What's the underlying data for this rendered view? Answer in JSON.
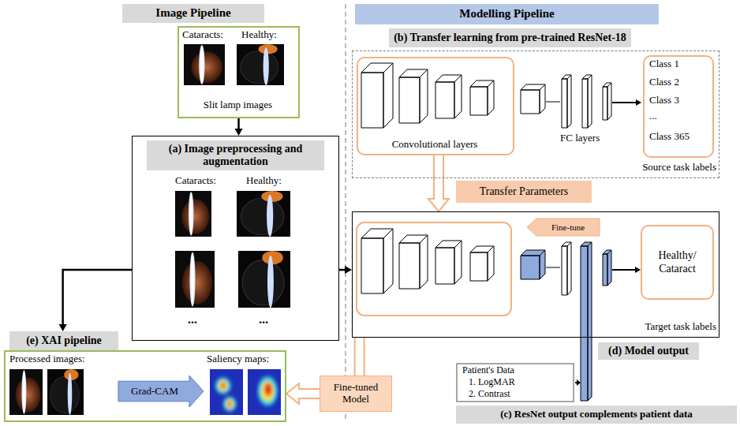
{
  "diagram": {
    "nodes": [
      {
        "text": [
          "Image Pipeline"
        ]
      },
      {
        "text": [
          "Cataracts:",
          "Healthy:",
          "Slit lamp images"
        ]
      },
      {
        "text": [
          "(a) Image preprocessing and augmentation",
          "Cataracts:",
          "Healthy:",
          "...",
          "..."
        ]
      },
      {
        "text": [
          "(e) XAI pipeline"
        ]
      },
      {
        "text": [
          "Processed images:",
          "Saliency maps:"
        ]
      },
      {
        "text": [
          "Grad-CAM"
        ],
        "in": 4
      },
      {
        "text": [
          "Modelling Pipeline"
        ]
      },
      {
        "text": [
          "(b) Transfer learning from pre-trained ResNet-18"
        ]
      },
      {
        "text": [
          "Source task labels"
        ]
      },
      {
        "text": [
          "Convolutional layers"
        ],
        "in": 8
      },
      {
        "text": [
          "Class 1",
          "Class 2",
          "Class 3",
          "...",
          "Class 365"
        ],
        "in": 8
      },
      {
        "text": [
          "Transfer Parameters"
        ]
      },
      {
        "text": [
          "Target task labels"
        ]
      },
      {
        "text": [
          "Fine-tune"
        ],
        "in": 12
      },
      {
        "text": [
          "Healthy/ Cataract"
        ],
        "in": 12
      },
      {
        "text": [
          "(d) Model output"
        ]
      },
      {
        "text": [
          "Patient's Data",
          "1. LogMAR",
          "2. Contrast"
        ]
      },
      {
        "text": [
          "(c) ResNet output complements patient data"
        ]
      },
      {
        "text": [
          "Fine-tuned Model"
        ]
      }
    ],
    "edges": [
      {
        "from": 1,
        "to": 2,
        "arrow": "to"
      },
      {
        "from": 2,
        "to": 12,
        "arrow": "to"
      },
      {
        "from": 2,
        "to": 3,
        "arrow": "to"
      },
      {
        "from": 9,
        "to": 12,
        "arrow": "to"
      },
      {
        "from": 12,
        "to": 18,
        "arrow": "none"
      },
      {
        "from": 18,
        "to": 4,
        "arrow": "to"
      }
    ],
    "labels": [
      "FC layers"
    ]
  }
}
